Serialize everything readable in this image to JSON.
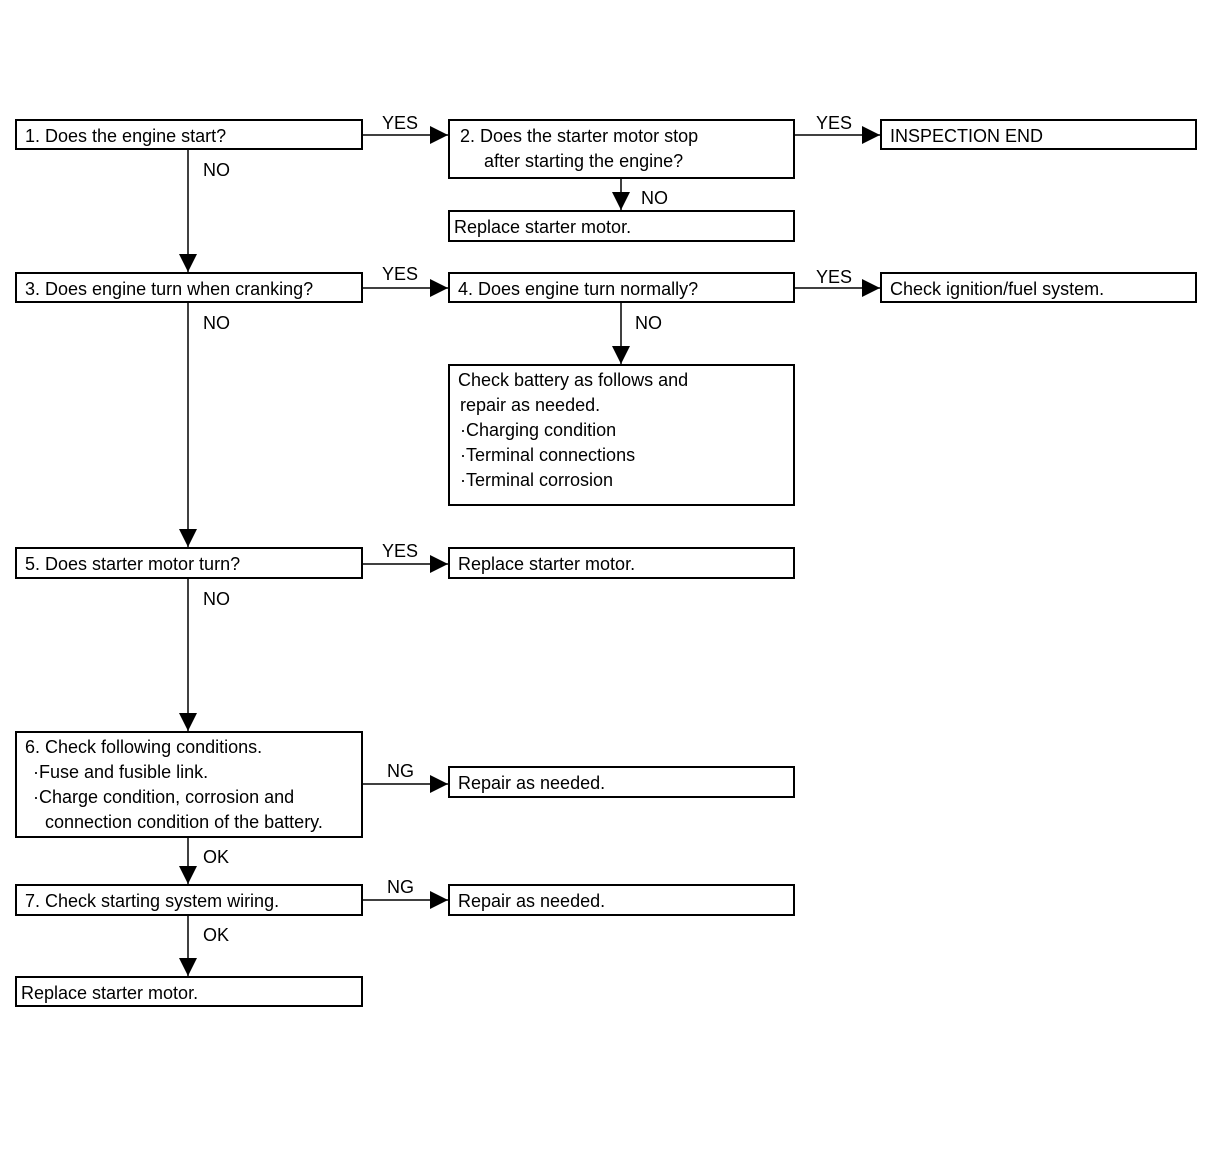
{
  "steps": {
    "s1": {
      "text": "1. Does the engine start?"
    },
    "s2": {
      "line1": "2. Does the starter motor stop",
      "line2": "after starting the engine?"
    },
    "inspection_end": {
      "text": "INSPECTION END"
    },
    "replace_starter_1": {
      "text": "Replace starter motor."
    },
    "s3": {
      "text": "3. Does engine turn when cranking?"
    },
    "s4": {
      "text": "4. Does engine turn normally?"
    },
    "check_ignition": {
      "text": "Check ignition/fuel system."
    },
    "check_battery": {
      "line1": "Check battery as follows and",
      "line2": "repair as needed.",
      "items": [
        "·Charging condition",
        "·Terminal connections",
        "·Terminal corrosion"
      ]
    },
    "s5": {
      "text": "5. Does starter motor turn?"
    },
    "replace_starter_2": {
      "text": "Replace starter motor."
    },
    "s6": {
      "line1": "6. Check following conditions.",
      "items": [
        "·Fuse and fusible link.",
        "·Charge condition, corrosion and",
        "connection condition of the battery."
      ]
    },
    "repair_1": {
      "text": "Repair as needed."
    },
    "s7": {
      "text": "7. Check starting system wiring."
    },
    "repair_2": {
      "text": "Repair as needed."
    },
    "replace_starter_3": {
      "text": "Replace starter motor."
    }
  },
  "labels": {
    "yes": "YES",
    "no": "NO",
    "ng": "NG",
    "ok": "OK"
  }
}
